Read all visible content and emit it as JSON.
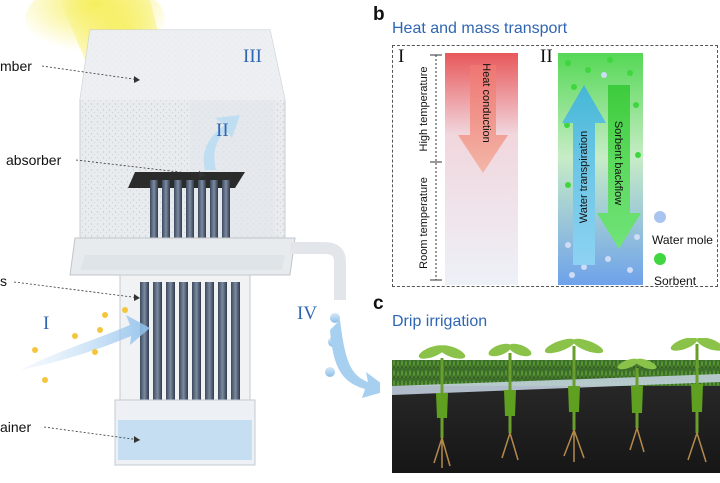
{
  "panel_a": {
    "labels": {
      "chamber": "mber",
      "absorber": "absorber",
      "tubes": "s",
      "container": "ainer"
    },
    "roman": {
      "I": "I",
      "II": "II",
      "III": "III",
      "IV": "IV"
    }
  },
  "panel_b": {
    "letter": "b",
    "title": "Heat and mass transport",
    "section_I": "I",
    "section_II": "II",
    "high_temperature": "High temperature",
    "room_temperature": "Room temperature",
    "heat_conduction": "Heat conduction",
    "water_transpiration": "Water transpiration",
    "sorbent_backflow": "Sorbent backflow",
    "legend_water": "Water mole",
    "legend_sorbent": "Sorbent",
    "colors": {
      "water": "#a9c4ee",
      "sorbent": "#3fd63f",
      "hot": "#e8585a"
    }
  },
  "panel_c": {
    "letter": "c",
    "title": "Drip irrigation"
  }
}
